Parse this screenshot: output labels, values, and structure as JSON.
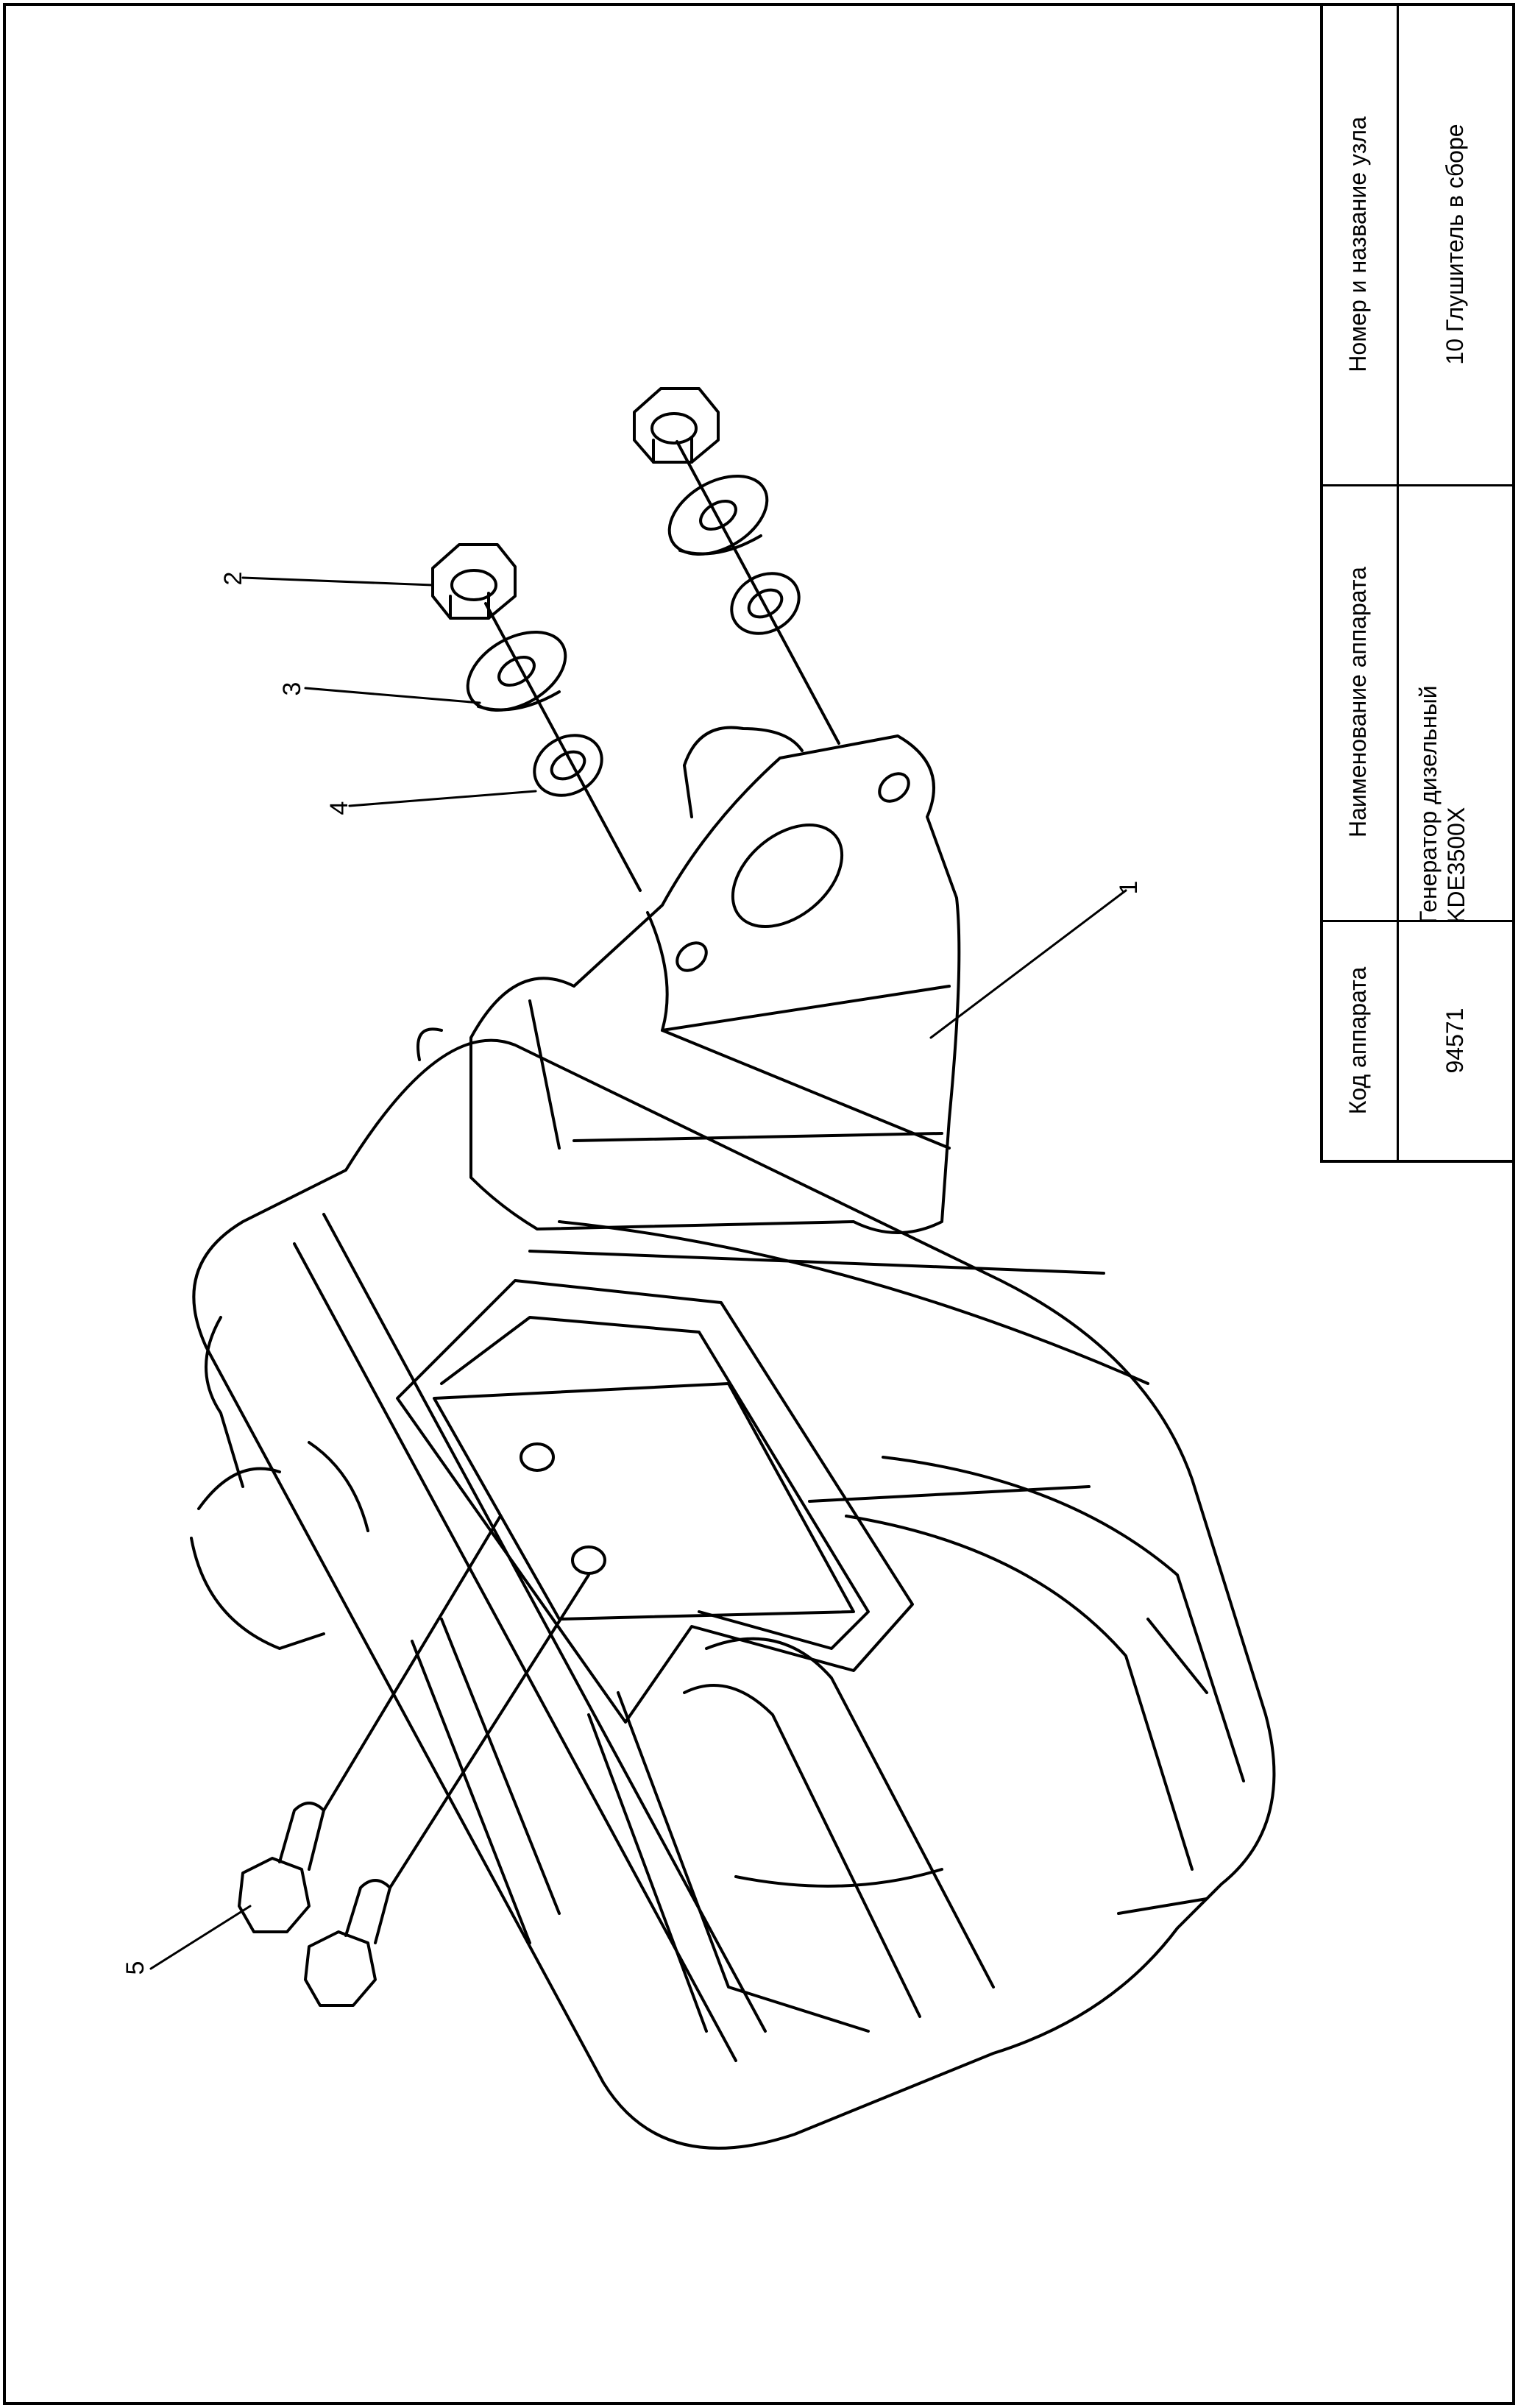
{
  "title_block": {
    "col1_header": "Код аппарата",
    "col1_value": "94571",
    "col2_header": "Наименование аппарата",
    "col2_value_line1": "Генератор дизельный",
    "col2_value_line2": "KDE3500X",
    "col3_header": "Номер и название узла",
    "col3_value": "10 Глушитель в сборе"
  },
  "callouts": {
    "c1": "1",
    "c2": "2",
    "c3": "3",
    "c4": "4",
    "c5": "5"
  },
  "colors": {
    "ink": "#000000",
    "paper": "#ffffff"
  }
}
